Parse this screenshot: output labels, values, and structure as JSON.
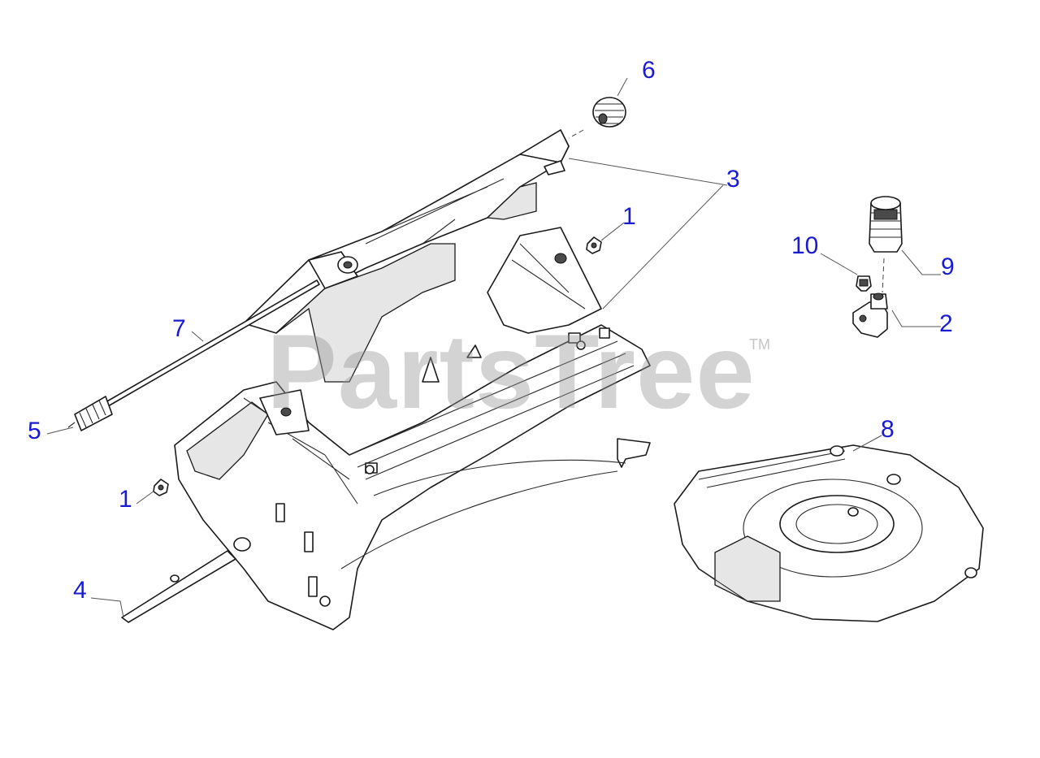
{
  "watermark": {
    "text": "PartsTree",
    "trademark": "TM"
  },
  "colors": {
    "callout": "#1a1ad0",
    "linework": "#1a1a1a",
    "watermark": "#969696"
  },
  "callouts": [
    {
      "id": "c6",
      "label": "6"
    },
    {
      "id": "c3",
      "label": "3"
    },
    {
      "id": "c1a",
      "label": "1"
    },
    {
      "id": "c10",
      "label": "10"
    },
    {
      "id": "c9",
      "label": "9"
    },
    {
      "id": "c2",
      "label": "2"
    },
    {
      "id": "c7",
      "label": "7"
    },
    {
      "id": "c5",
      "label": "5"
    },
    {
      "id": "c8",
      "label": "8"
    },
    {
      "id": "c1b",
      "label": "1"
    },
    {
      "id": "c4",
      "label": "4"
    }
  ]
}
